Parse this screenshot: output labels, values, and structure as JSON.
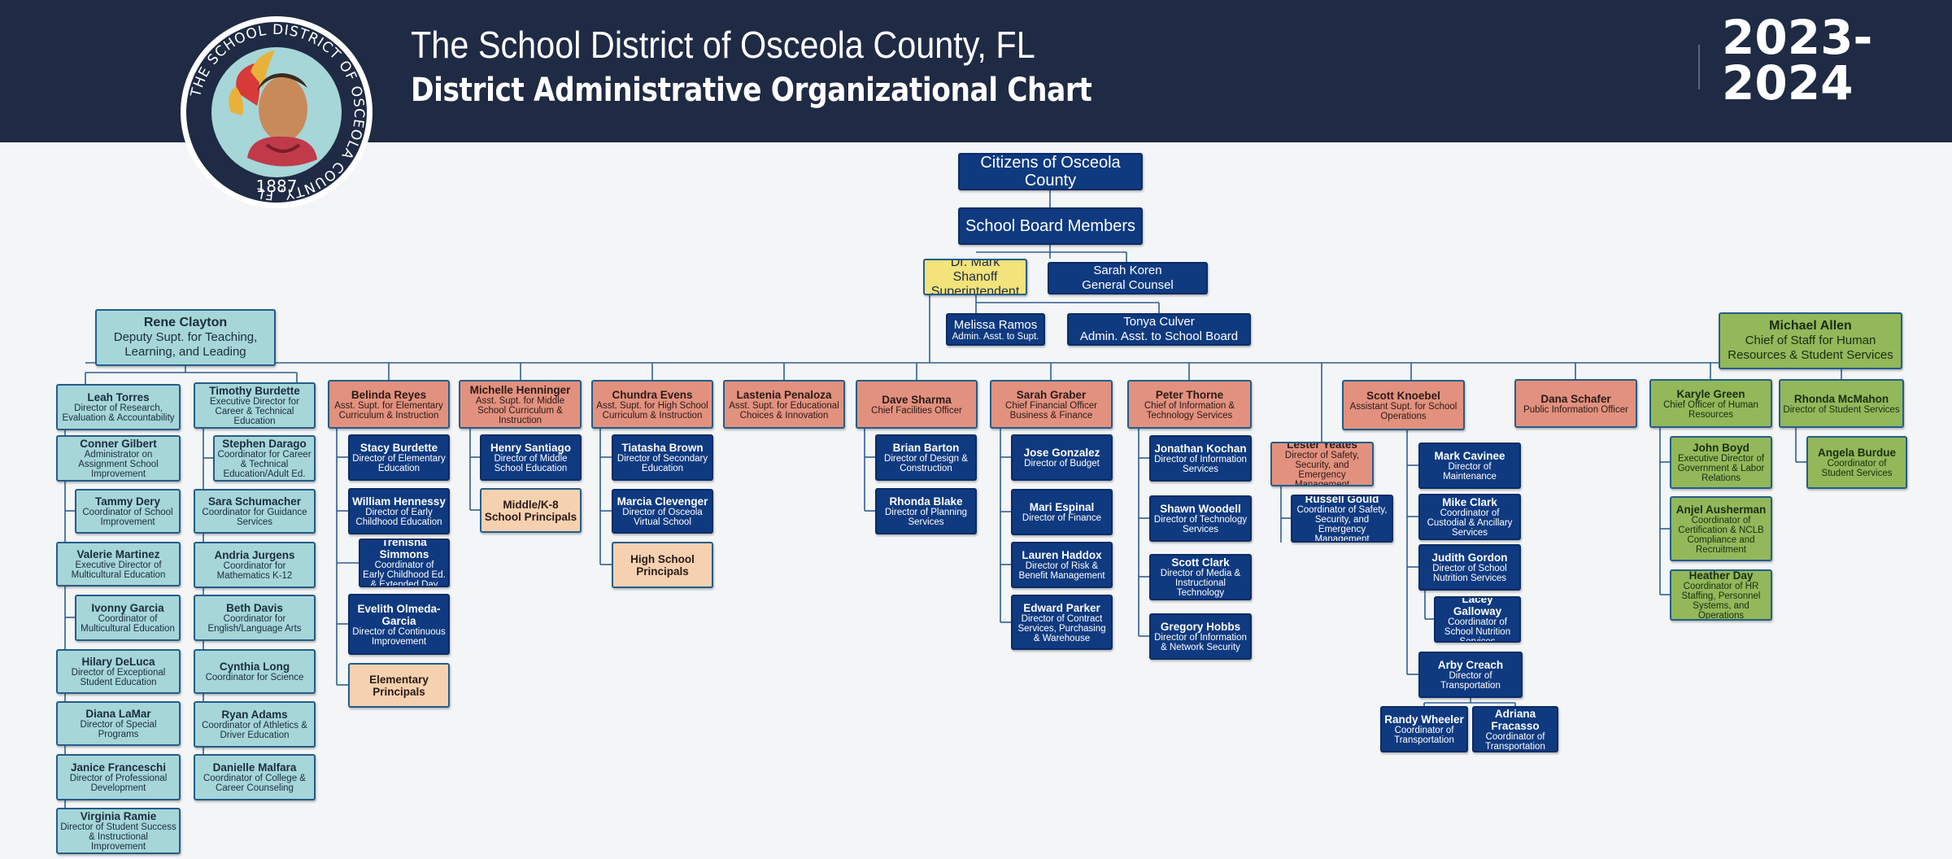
{
  "header": {
    "title_line1": "The School District of Osceola County, FL",
    "title_line2": "District Administrative Organizational Chart",
    "year": "2023-\n2024",
    "colors": {
      "banner": "#1f2a44",
      "navy": "#0f3a80",
      "teal": "#a6d6d8",
      "salmon": "#e2917f",
      "green": "#92b85a",
      "peach": "#f6d1b0",
      "yellow": "#f2e37b"
    }
  },
  "logo": {
    "ring_text": "THE SCHOOL DISTRICT OF OSCEOLA COUNTY, FL",
    "year": "1887"
  },
  "nodes": {
    "citizens": {
      "name": "Citizens of Osceola County",
      "role": ""
    },
    "board": {
      "name": "School Board Members",
      "role": ""
    },
    "superintendent": {
      "name": "Dr. Mark Shanoff",
      "role": "Superintendent"
    },
    "koren": {
      "name": "Sarah Koren",
      "role": "General Counsel"
    },
    "ramos": {
      "name": "Melissa Ramos",
      "role": "Admin. Asst. to Supt."
    },
    "culver": {
      "name": "Tonya Culver",
      "role": "Admin. Asst. to School Board"
    },
    "clayton": {
      "name": "Rene Clayton",
      "role": "Deputy Supt. for Teaching, Learning, and Leading"
    },
    "allen": {
      "name": "Michael Allen",
      "role": "Chief of Staff for Human Resources & Student Services"
    },
    "torres": {
      "name": "Leah Torres",
      "role": "Director of Research, Evaluation & Accountability"
    },
    "gilbert": {
      "name": "Conner Gilbert",
      "role": "Administrator on Assignment School Improvement"
    },
    "dery": {
      "name": "Tammy Dery",
      "role": "Coordinator of School Improvement"
    },
    "martinez": {
      "name": "Valerie Martinez",
      "role": "Executive Director of Multicultural Education"
    },
    "garcia": {
      "name": "Ivonny Garcia",
      "role": "Coordinator of Multicultural Education"
    },
    "deluca": {
      "name": "Hilary DeLuca",
      "role": "Director of Exceptional Student Education"
    },
    "lamar": {
      "name": "Diana LaMar",
      "role": "Director of Special Programs"
    },
    "franceschi": {
      "name": "Janice Franceschi",
      "role": "Director of Professional Development"
    },
    "ramie": {
      "name": "Virginia Ramie",
      "role": "Director of Student Success & Instructional Improvement"
    },
    "burdette_t": {
      "name": "Timothy Burdette",
      "role": "Executive Director for Career & Technical Education"
    },
    "darago": {
      "name": "Stephen Darago",
      "role": "Coordinator for Career & Technical Education/Adult Ed."
    },
    "schumacher": {
      "name": "Sara Schumacher",
      "role": "Coordinator for Guidance Services"
    },
    "jurgens": {
      "name": "Andria Jurgens",
      "role": "Coordinator for Mathematics K-12"
    },
    "davis": {
      "name": "Beth Davis",
      "role": "Coordinator for English/Language Arts"
    },
    "long": {
      "name": "Cynthia Long",
      "role": "Coordinator for Science"
    },
    "adams": {
      "name": "Ryan Adams",
      "role": "Coordinator of Athletics & Driver Education"
    },
    "malfara": {
      "name": "Danielle Malfara",
      "role": "Coordinator of College & Career Counseling"
    },
    "reyes": {
      "name": "Belinda Reyes",
      "role": "Asst. Supt. for Elementary Curriculum & Instruction"
    },
    "burdette_s": {
      "name": "Stacy Burdette",
      "role": "Director of Elementary Education"
    },
    "hennessy": {
      "name": "William Hennessy",
      "role": "Director of Early Childhood Education"
    },
    "simmons": {
      "name": "Trenisha Simmons",
      "role": "Coordinator of Early Childhood Ed. & Extended Day"
    },
    "olmeda": {
      "name": "Evelith Olmeda-Garcia",
      "role": "Director of Continuous Improvement"
    },
    "elem_principals": {
      "name": "Elementary Principals",
      "role": ""
    },
    "henninger": {
      "name": "Michelle Henninger",
      "role": "Asst. Supt. for Middle School Curriculum & Instruction"
    },
    "santiago": {
      "name": "Henry Santiago",
      "role": "Director of Middle School Education"
    },
    "middle_principals": {
      "name": "Middle/K-8 School Principals",
      "role": ""
    },
    "evens": {
      "name": "Chundra Evens",
      "role": "Asst. Supt. for High School Curriculum & Instruction"
    },
    "brown": {
      "name": "Tiatasha Brown",
      "role": "Director of Secondary Education"
    },
    "clevenger": {
      "name": "Marcia Clevenger",
      "role": "Director of Osceola Virtual School"
    },
    "high_principals": {
      "name": "High School Principals",
      "role": ""
    },
    "penaloza": {
      "name": "Lastenia Penaloza",
      "role": "Asst. Supt. for Educational Choices & Innovation"
    },
    "sharma": {
      "name": "Dave Sharma",
      "role": "Chief Facilities Officer"
    },
    "barton": {
      "name": "Brian Barton",
      "role": "Director of Design & Construction"
    },
    "blake": {
      "name": "Rhonda Blake",
      "role": "Director of Planning Services"
    },
    "graber": {
      "name": "Sarah Graber",
      "role": "Chief Financial Officer Business & Finance"
    },
    "gonzalez": {
      "name": "Jose Gonzalez",
      "role": "Director of Budget"
    },
    "espinal": {
      "name": "Mari Espinal",
      "role": "Director of Finance"
    },
    "haddox": {
      "name": "Lauren Haddox",
      "role": "Director of Risk & Benefit Management"
    },
    "parker": {
      "name": "Edward Parker",
      "role": "Director of Contract Services, Purchasing & Warehouse"
    },
    "thorne": {
      "name": "Peter Thorne",
      "role": "Chief of Information & Technology Services"
    },
    "kochan": {
      "name": "Jonathan Kochan",
      "role": "Director of Information Services"
    },
    "woodell": {
      "name": "Shawn Woodell",
      "role": "Director of Technology Services"
    },
    "clark_s": {
      "name": "Scott Clark",
      "role": "Director of Media & Instructional Technology"
    },
    "hobbs": {
      "name": "Gregory Hobbs",
      "role": "Director of Information & Network Security"
    },
    "yeates": {
      "name": "Lester Yeates",
      "role": "Director of Safety, Security, and Emergency Management"
    },
    "gould": {
      "name": "Russell Gould",
      "role": "Coordinator of Safety, Security, and Emergency Management"
    },
    "knoebel": {
      "name": "Scott Knoebel",
      "role": "Assistant Supt. for School Operations"
    },
    "cavinee": {
      "name": "Mark Cavinee",
      "role": "Director of Maintenance"
    },
    "clark_m": {
      "name": "Mike Clark",
      "role": "Coordinator of Custodial & Ancillary Services"
    },
    "gordon": {
      "name": "Judith Gordon",
      "role": "Director of School Nutrition Services"
    },
    "galloway": {
      "name": "Lacey Galloway",
      "role": "Coordinator of School Nutrition Services"
    },
    "creach": {
      "name": "Arby Creach",
      "role": "Director of Transportation"
    },
    "wheeler": {
      "name": "Randy Wheeler",
      "role": "Coordinator of Transportation"
    },
    "fracasso": {
      "name": "Adriana Fracasso",
      "role": "Coordinator of Transportation"
    },
    "schafer": {
      "name": "Dana Schafer",
      "role": "Public Information Officer"
    },
    "green": {
      "name": "Karyle Green",
      "role": "Chief Officer of Human Resources"
    },
    "boyd": {
      "name": "John Boyd",
      "role": "Executive Director of Government & Labor Relations"
    },
    "ausherman": {
      "name": "Anjel Ausherman",
      "role": "Coordinator of Certification & NCLB Compliance and Recruitment"
    },
    "day": {
      "name": "Heather Day",
      "role": "Coordinator of HR Staffing, Personnel Systems, and Operations"
    },
    "mcmahon": {
      "name": "Rhonda McMahon",
      "role": "Director of Student Services"
    },
    "burdue": {
      "name": "Angela Burdue",
      "role": "Coordinator of Student Services"
    }
  }
}
